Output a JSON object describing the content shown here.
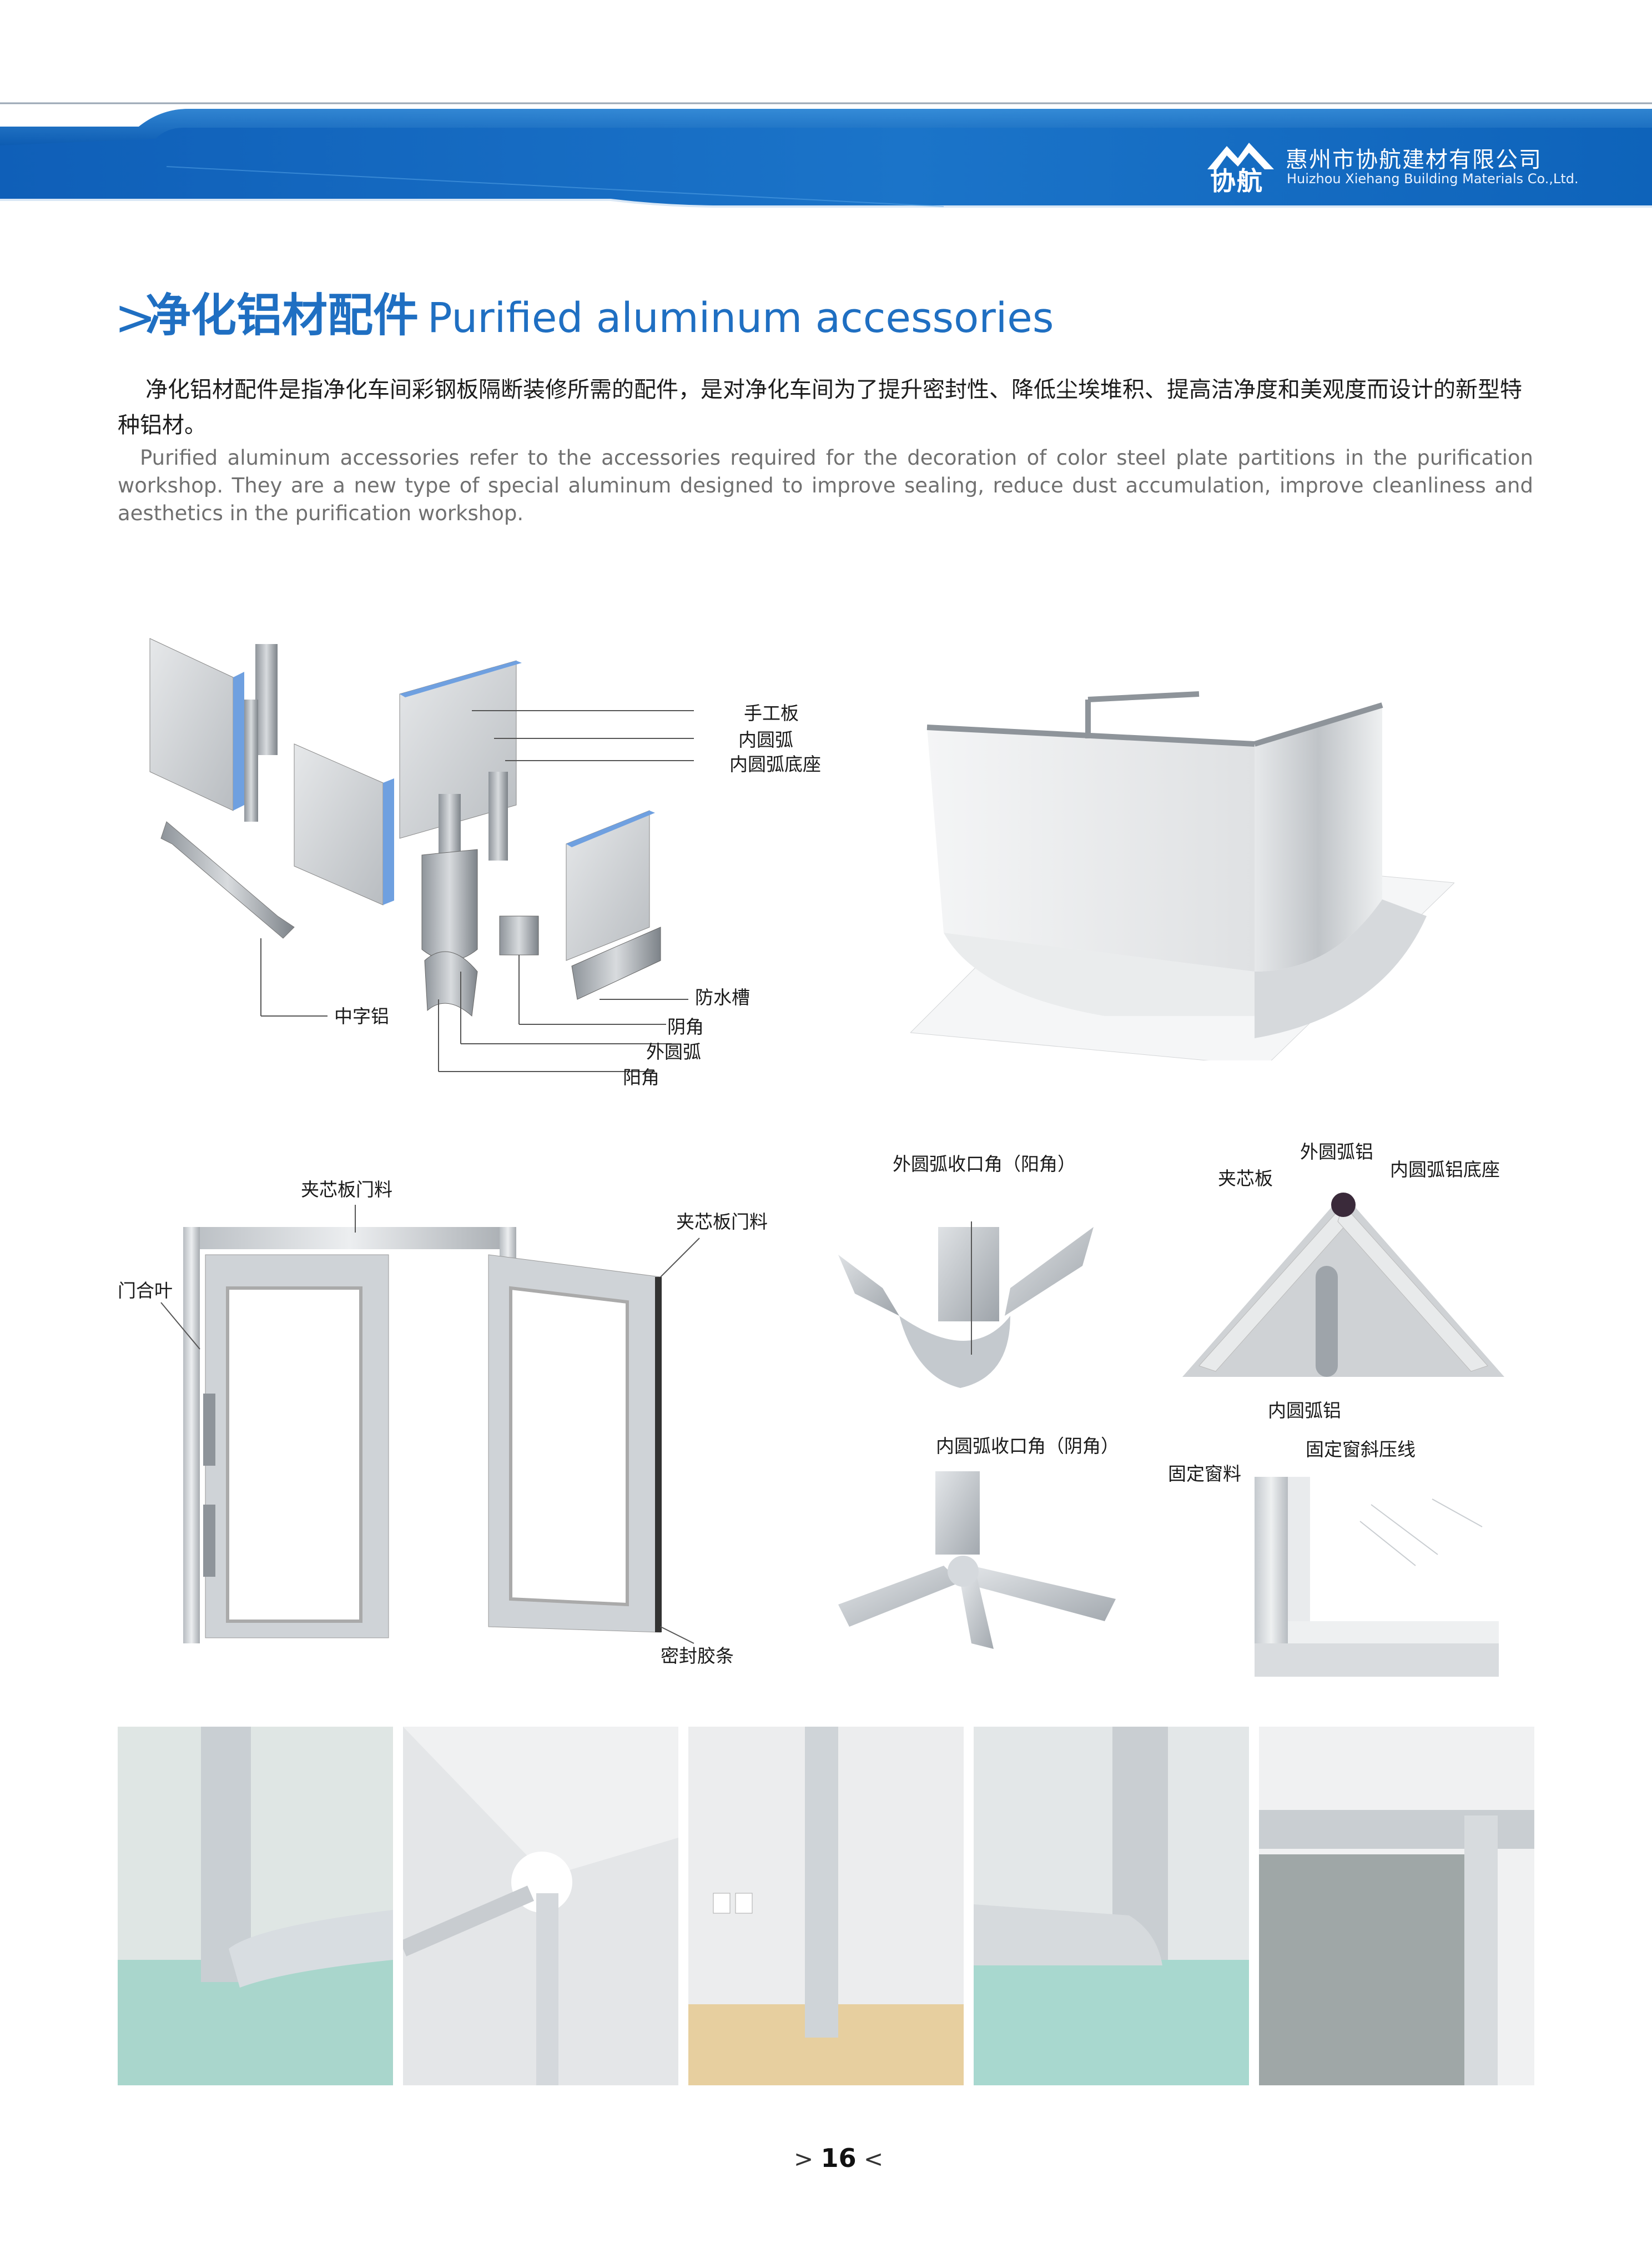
{
  "header": {
    "company_cn": "惠州市协航建材有限公司",
    "company_en": "Huizhou Xiehang Building Materials Co.,Ltd.",
    "logo_text": "协航",
    "brand_color": "#1f6fc2"
  },
  "title": {
    "chevron": ">",
    "cn": "净化铝材配件",
    "en": "Purified aluminum accessories"
  },
  "intro": {
    "cn": "净化铝材配件是指净化车间彩钢板隔断装修所需的配件，是对净化车间为了提升密封性、降低尘埃堆积、提高洁净度和美观度而设计的新型特种铝材。",
    "en": "Purified aluminum accessories refer to the accessories required for the decoration of color steel plate partitions in the purification workshop. They are a new type of special aluminum designed to improve sealing, reduce dust accumulation, improve cleanliness and aesthetics in the purification workshop."
  },
  "diagram_labels": {
    "handmade_panel": "手工板",
    "inner_arc": "内圆弧",
    "inner_arc_base": "内圆弧底座",
    "waterproof_groove": "防水槽",
    "middle_h_aluminum": "中字铝",
    "inner_corner": "阴角",
    "outer_arc": "外圆弧",
    "outer_corner": "阳角"
  },
  "door_labels": {
    "door_frame_top": "夹芯板门料",
    "door_frame_right": "夹芯板门料",
    "hinge": "门合叶",
    "seal_strip": "密封胶条"
  },
  "detail_labels": {
    "outer_arc_closing": "外圆弧收口角（阳角）",
    "outer_arc_aluminum": "外圆弧铝",
    "sandwich_panel": "夹芯板",
    "inner_arc_aluminum_base": "内圆弧铝底座",
    "inner_arc_aluminum": "内圆弧铝",
    "inner_arc_closing": "内圆弧收口角（阴角）",
    "fixed_window_material": "固定窗料",
    "fixed_window_bead": "固定窗斜压线"
  },
  "footer": {
    "page_number": "16",
    "left_mark": ">",
    "right_mark": "<"
  }
}
